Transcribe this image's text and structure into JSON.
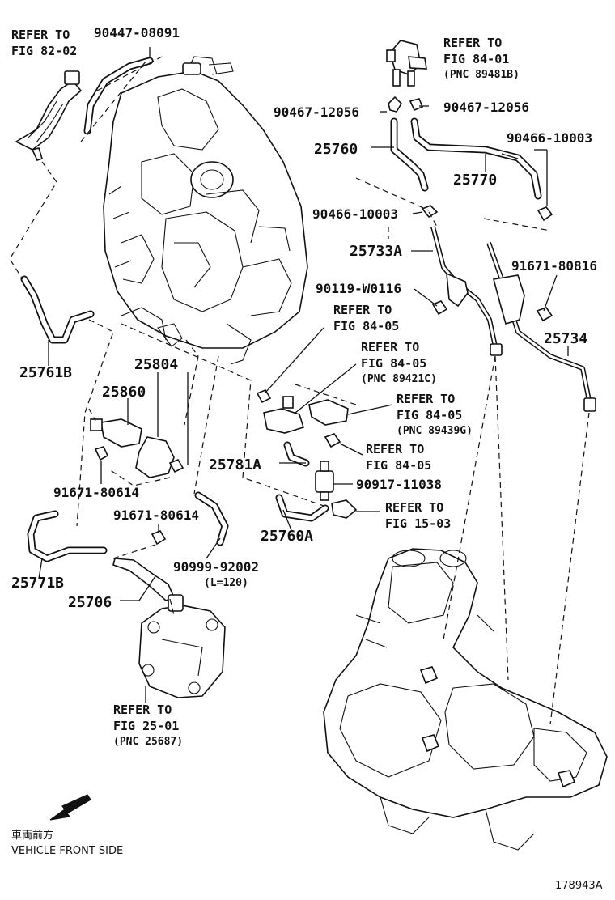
{
  "labels": {
    "ref_82_02_a": "REFER TO",
    "ref_82_02_b": "FIG 82-02",
    "p_90447_08091": "90447-08091",
    "ref_84_01_a": "REFER TO",
    "ref_84_01_b": "FIG 84-01",
    "ref_84_01_c": "(PNC 89481B)",
    "p_90467_12056_left": "90467-12056",
    "p_90467_12056_right": "90467-12056",
    "p_25760": "25760",
    "p_90466_10003_top": "90466-10003",
    "p_25770": "25770",
    "p_90466_10003_mid": "90466-10003",
    "p_25733A": "25733A",
    "p_91671_80816": "91671-80816",
    "p_90119_W0116": "90119-W0116",
    "ref_84_05_1a": "REFER TO",
    "ref_84_05_1b": "FIG 84-05",
    "p_25734": "25734",
    "p_25761B": "25761B",
    "p_25804": "25804",
    "ref_84_05_2a": "REFER TO",
    "ref_84_05_2b": "FIG 84-05",
    "ref_84_05_2c": "(PNC 89421C)",
    "p_25860": "25860",
    "ref_84_05_3a": "REFER TO",
    "ref_84_05_3b": "FIG 84-05",
    "ref_84_05_3c": "(PNC 89439G)",
    "ref_84_05_4a": "REFER TO",
    "ref_84_05_4b": "FIG 84-05",
    "p_25781A": "25781A",
    "p_90917_11038": "90917-11038",
    "p_91671_80614_a": "91671-80614",
    "ref_15_03_a": "REFER TO",
    "ref_15_03_b": "FIG 15-03",
    "p_91671_80614_b": "91671-80614",
    "p_25760A": "25760A",
    "p_90999_92002": "90999-92002",
    "p_90999_len": "(L=120)",
    "p_25771B": "25771B",
    "p_25706": "25706",
    "ref_25_01_a": "REFER TO",
    "ref_25_01_b": "FIG 25-01",
    "ref_25_01_c": "(PNC 25687)",
    "front_jp": "車両前方",
    "front_en": "VEHICLE FRONT SIDE",
    "fig_id": "178943A"
  }
}
